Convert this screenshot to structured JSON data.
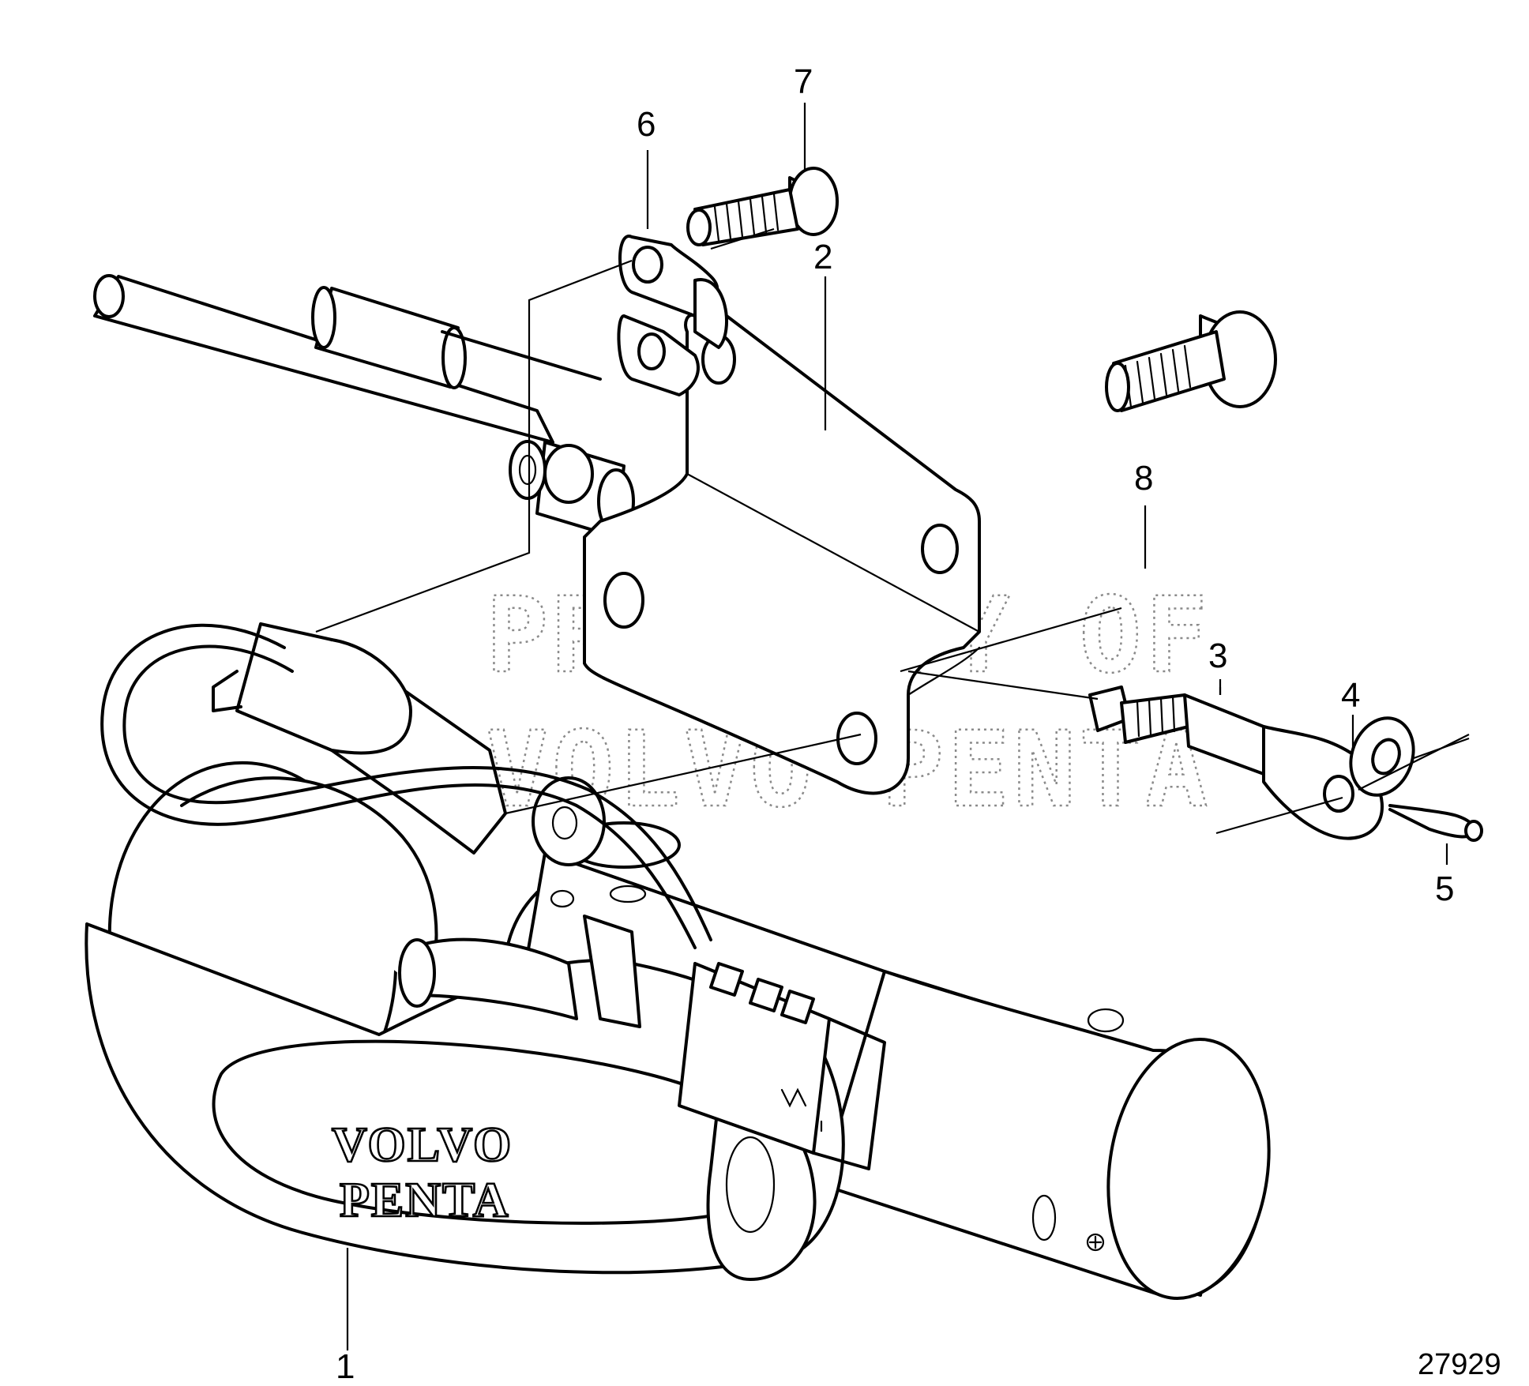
{
  "diagram": {
    "callouts": [
      {
        "id": "1",
        "label": "1"
      },
      {
        "id": "2",
        "label": "2"
      },
      {
        "id": "3",
        "label": "3"
      },
      {
        "id": "4",
        "label": "4"
      },
      {
        "id": "5",
        "label": "5"
      },
      {
        "id": "6",
        "label": "6"
      },
      {
        "id": "7",
        "label": "7"
      },
      {
        "id": "8",
        "label": "8"
      }
    ],
    "figure_number": "27929",
    "logo": {
      "line1": "VOLVO",
      "line2": "PENTA"
    },
    "watermark": {
      "line1": "PROPERTY OF",
      "line2": "VOLVO PENTA"
    }
  }
}
